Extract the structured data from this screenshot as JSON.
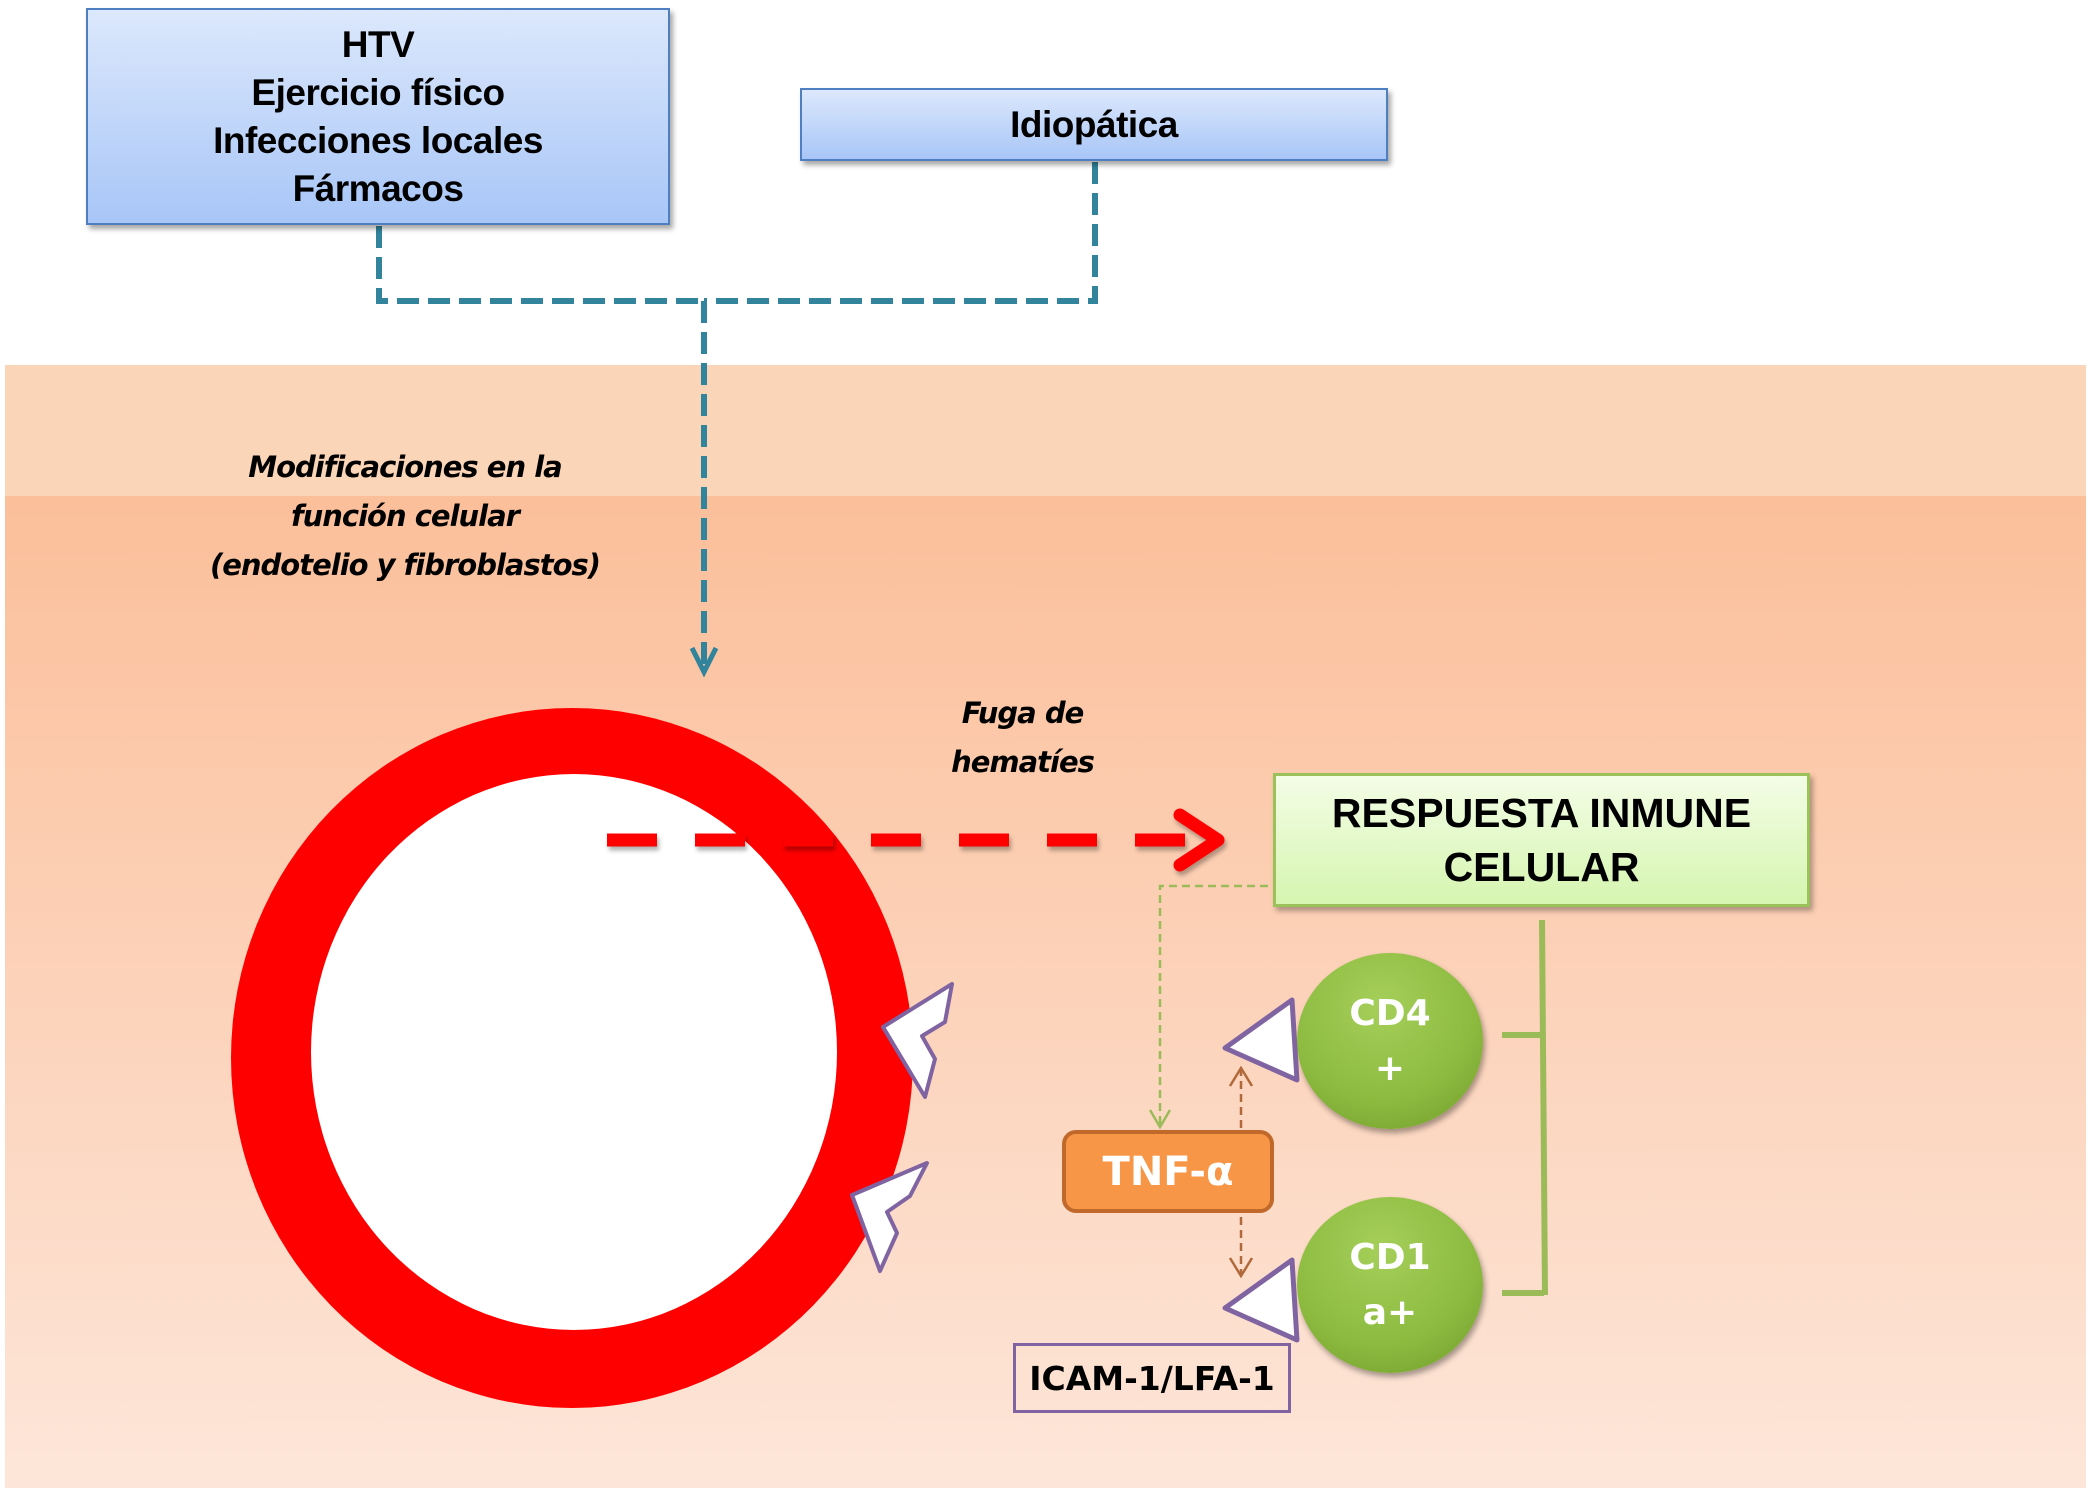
{
  "colors": {
    "band_light": "#fbd5b7",
    "band_mid": "#fbbf9a",
    "band_bottom": "#fde5d8",
    "connector_teal": "#31849b",
    "vessel_red": "#ff0000",
    "immune_green": "#9bbb59",
    "tnf_orange": "#f79646",
    "receptor_purple": "#8064a2"
  },
  "causes": {
    "primary_lines": [
      "HTV",
      "Ejercicio físico",
      "Infecciones locales",
      "Fármacos"
    ],
    "secondary": "Idiopática"
  },
  "labels": {
    "cell_function_lines": [
      "Modificaciones en la",
      "función celular",
      "(endotelio y fibroblastos)"
    ],
    "rbc_leak_lines": [
      "Fuga de",
      "hematíes"
    ]
  },
  "immune_response": {
    "lines": [
      "RESPUESTA INMUNE",
      "CELULAR"
    ]
  },
  "cytokine": {
    "label": "TNF-α"
  },
  "cells": [
    {
      "lines": [
        "CD4",
        "+"
      ]
    },
    {
      "lines": [
        "CD1",
        "a+"
      ]
    }
  ],
  "adhesion": {
    "label": "ICAM-1/LFA-1"
  }
}
